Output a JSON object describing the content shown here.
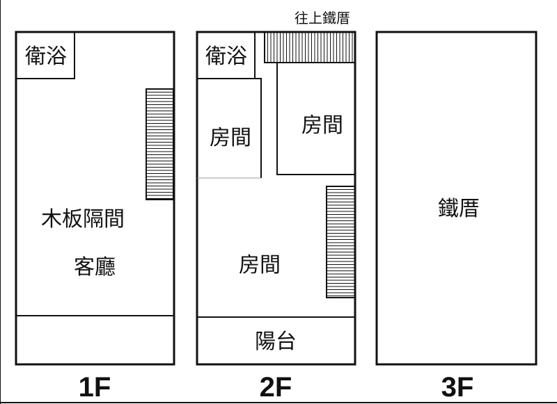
{
  "floors": [
    {
      "label": "1F",
      "rooms": {
        "bathroom": "衛浴",
        "wood_partition": "木板隔間",
        "living_room": "客廳"
      }
    },
    {
      "label": "2F",
      "rooms": {
        "bathroom": "衛浴",
        "stair_note": "往上鐵厝",
        "room_left": "房間",
        "room_right": "房間",
        "room_main": "房間",
        "balcony": "陽台"
      }
    },
    {
      "label": "3F",
      "rooms": {
        "iron_house": "鐵厝"
      }
    }
  ]
}
